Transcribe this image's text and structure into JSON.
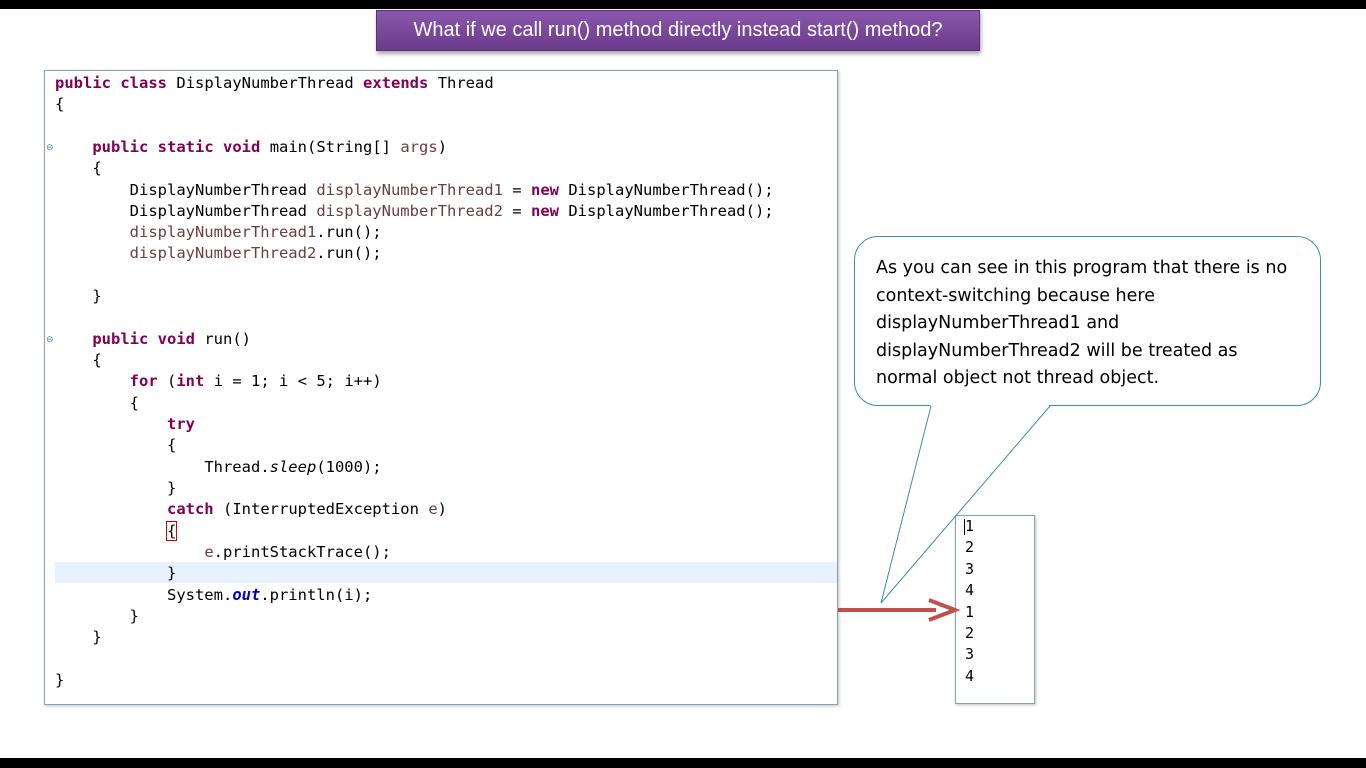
{
  "slide": {
    "title": "What if we call run() method directly instead start() method?"
  },
  "code": {
    "l1_public": "public",
    "l1_class": "class",
    "l1_name": "DisplayNumberThread",
    "l1_extends": "extends",
    "l1_super": "Thread",
    "l2": "{",
    "l4_public": "public",
    "l4_static": "static",
    "l4_void": "void",
    "l4_sig": "main(String[]",
    "l4_args": "args",
    "l4_close": ")",
    "l5": "{",
    "l6_type": "DisplayNumberThread",
    "l6_var": "displayNumberThread1",
    "l6_eq": "=",
    "l6_new": "new",
    "l6_ctor": "DisplayNumberThread();",
    "l7_type": "DisplayNumberThread",
    "l7_var": "displayNumberThread2",
    "l7_eq": "=",
    "l7_new": "new",
    "l7_ctor": "DisplayNumberThread();",
    "l8_var": "displayNumberThread1",
    "l8_call": ".run();",
    "l9_var": "displayNumberThread2",
    "l9_call": ".run();",
    "l11": "}",
    "l13_public": "public",
    "l13_void": "void",
    "l13_sig": "run()",
    "l14": "{",
    "l15_for": "for",
    "l15_open": "(",
    "l15_int": "int",
    "l15_rest": "i = 1; i < 5; i++)",
    "l16": "{",
    "l17_try": "try",
    "l18": "{",
    "l19_class": "Thread.",
    "l19_method": "sleep",
    "l19_args": "(1000);",
    "l20": "}",
    "l21_catch": "catch",
    "l21_sig": "(InterruptedException",
    "l21_var": "e",
    "l21_close": ")",
    "l22": "{",
    "l23_var": "e",
    "l23_call": ".printStackTrace();",
    "l24": "}",
    "l25_class": "System.",
    "l25_field": "out",
    "l25_call": ".println(i);",
    "l26": "}",
    "l27": "}",
    "l29": "}"
  },
  "callout": {
    "text": "As you can see in this program that there is no context-switching because here displayNumberThread1 and displayNumberThread2 will be treated as normal object not thread object."
  },
  "output": {
    "lines": [
      "1",
      "2",
      "3",
      "4",
      "1",
      "2",
      "3",
      "4"
    ]
  },
  "colors": {
    "keyword": "#7f0055",
    "variable": "#6a3e3e",
    "field": "#0000c0",
    "arrow": "#c0504d",
    "title_bg": "#7a4a9c",
    "callout_border": "#3b8ea5"
  }
}
